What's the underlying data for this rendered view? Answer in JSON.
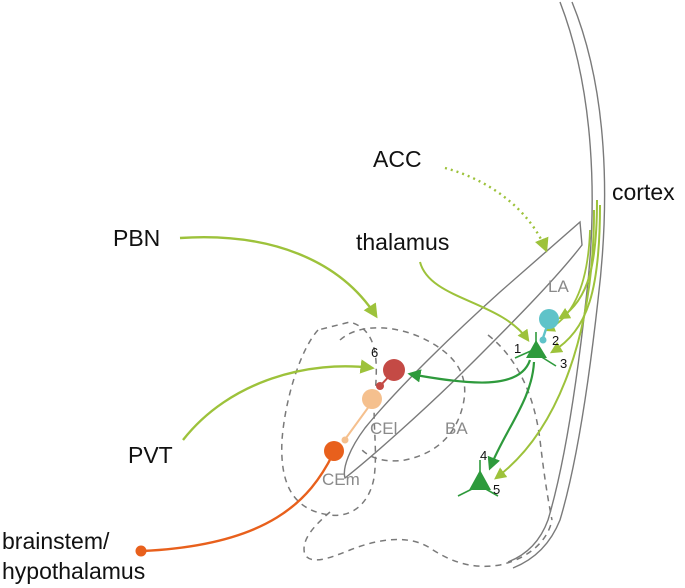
{
  "inputs": {
    "pbn": "PBN",
    "pvt": "PVT",
    "acc": "ACC",
    "thalamus": "thalamus",
    "cortex": "cortex",
    "brainstem_line1": "brainstem/",
    "brainstem_line2": "hypothalamus"
  },
  "regions": {
    "la": "LA",
    "ba": "BA",
    "cel": "CEl",
    "cem": "CEm"
  },
  "neuron_numbers": [
    "1",
    "2",
    "3",
    "4",
    "5",
    "6"
  ],
  "colors": {
    "input_green": "#9dc23b",
    "principal_green": "#2e9a3c",
    "interneuron_cyan": "#5fc3c9",
    "cel_red": "#c44a45",
    "cel_peach": "#f5c08e",
    "cem_orange": "#e8601c",
    "outline_gray": "#7a7a7a"
  },
  "icons": {
    "excitatory_neuron": "triangle-soma-icon",
    "interneuron": "circle-soma-icon"
  }
}
